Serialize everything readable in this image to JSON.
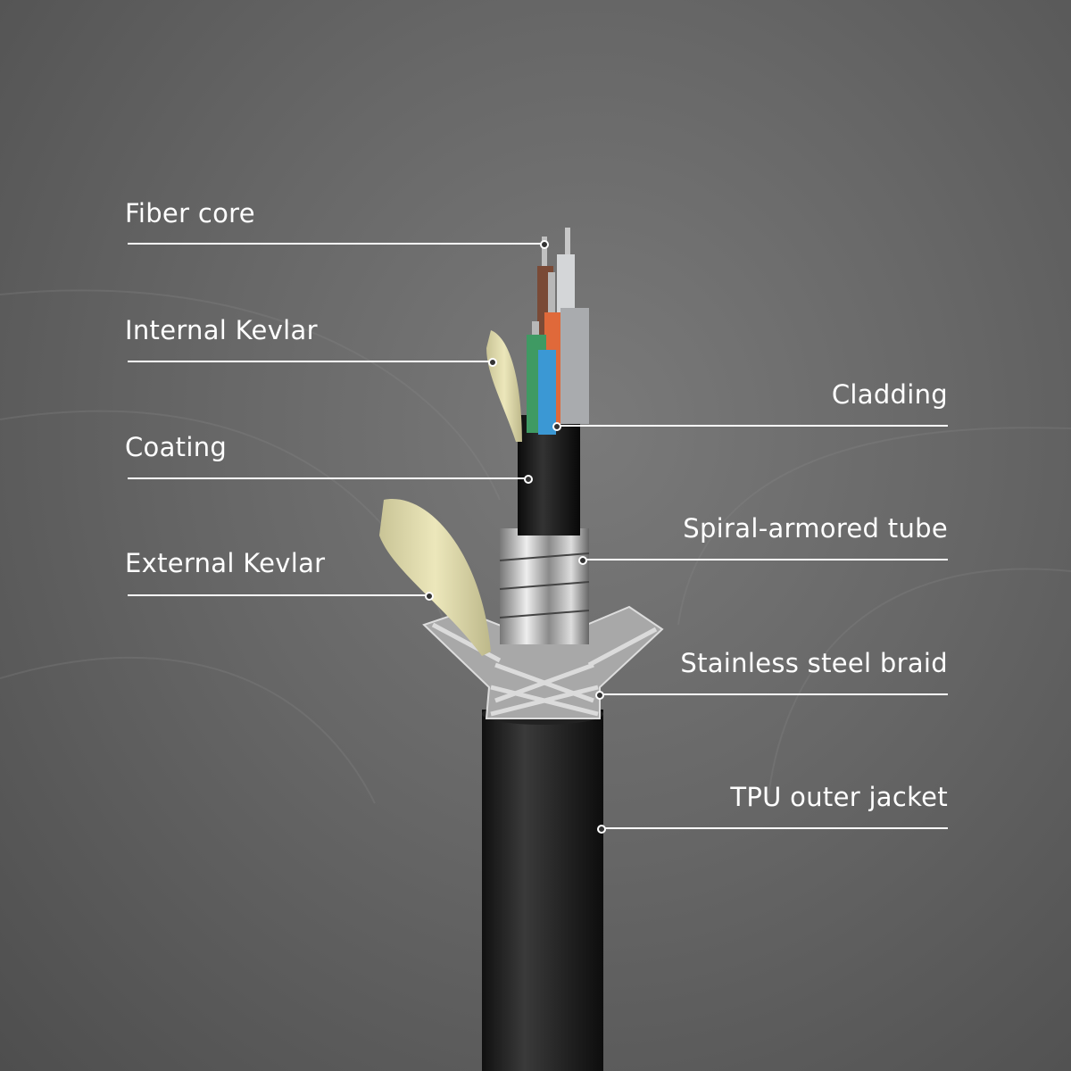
{
  "labels": {
    "fiber_core": "Fiber core",
    "internal_kevlar": "Internal Kevlar",
    "coating": "Coating",
    "external_kevlar": "External Kevlar",
    "cladding": "Cladding",
    "spiral_armored_tube": "Spiral-armored tube",
    "stainless_steel_braid": "Stainless steel braid",
    "tpu_outer_jacket": "TPU outer jacket"
  },
  "colors": {
    "label": "#ffffff",
    "fiber_brown": "#7a4a36",
    "fiber_orange": "#e0693a",
    "fiber_green": "#3f9a63",
    "fiber_blue": "#3b98d4",
    "fiber_grey": "#a9abae",
    "kevlar": "#e0dbac",
    "jacket": "#1c1c1c"
  }
}
